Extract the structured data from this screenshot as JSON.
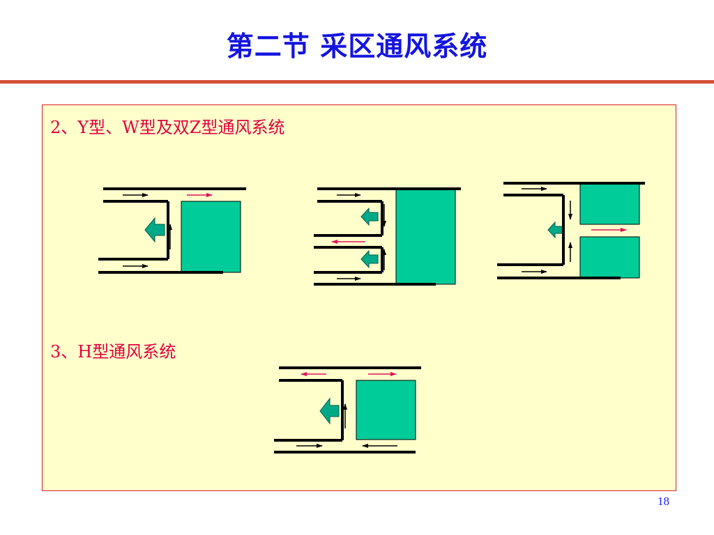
{
  "slide": {
    "title": "第二节  采区通风系统",
    "page_number": "18"
  },
  "sections": {
    "item2": "2、Y型、W型及双Z型通风系统",
    "item3": "3、H型通风系统"
  },
  "colors": {
    "title_blue": "#1515e0",
    "rule_red": "#d4503a",
    "box_fill": "#ffffcc",
    "box_border": "#d42020",
    "heading_red": "#e0003c",
    "goaf_green": "#00cc99",
    "fresh_air_black": "#000000",
    "return_air_red": "#e0105a",
    "intake_arrow": "#00aa88"
  },
  "diagrams": [
    {
      "name": "Y-type ventilation",
      "icons": [
        "block-arrow-icon",
        "arrow-right-icon",
        "arrow-up-icon"
      ]
    },
    {
      "name": "W-type ventilation",
      "icons": [
        "block-arrow-icon",
        "arrow-right-icon",
        "arrow-left-icon",
        "arrow-up-icon",
        "arrow-down-icon"
      ]
    },
    {
      "name": "double-Z-type ventilation",
      "icons": [
        "block-arrow-icon",
        "arrow-right-icon",
        "arrow-up-icon",
        "arrow-down-icon"
      ]
    },
    {
      "name": "H-type ventilation",
      "icons": [
        "block-arrow-icon",
        "arrow-right-icon",
        "arrow-left-icon",
        "arrow-up-icon"
      ]
    }
  ]
}
